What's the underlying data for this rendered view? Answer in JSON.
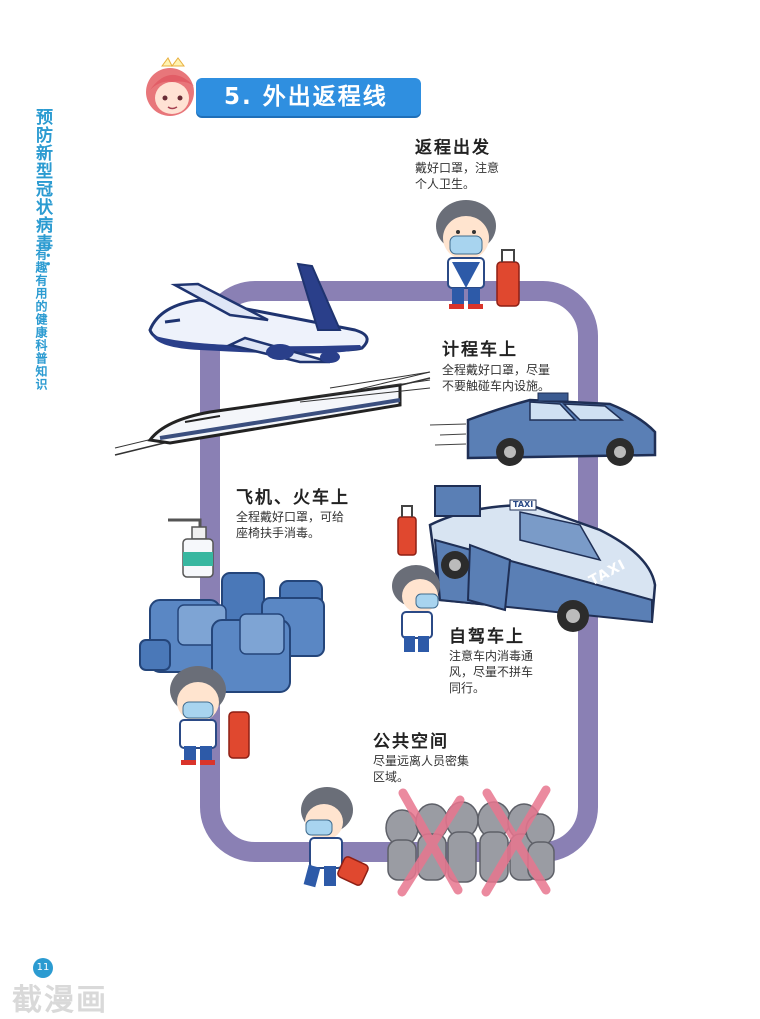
{
  "side": {
    "title": "预防新型冠状病毒：",
    "subtitle": "有趣有用的健康科普知识"
  },
  "header": {
    "title": "5. 外出返程线"
  },
  "stops": [
    {
      "title": "返程出发",
      "desc_lines": [
        "戴好口罩，注意",
        "个人卫生。"
      ]
    },
    {
      "title": "计程车上",
      "desc_lines": [
        "全程戴好口罩，尽量",
        "不要触碰车内设施。"
      ]
    },
    {
      "title": "飞机、火车上",
      "desc_lines": [
        "全程戴好口罩，可给",
        "座椅扶手消毒。"
      ]
    },
    {
      "title": "自驾车上",
      "desc_lines": [
        "注意车内消毒通",
        "风，尽量不拼车",
        "同行。"
      ]
    },
    {
      "title": "公共空间",
      "desc_lines": [
        "尽量远离人员密集",
        "区域。"
      ]
    }
  ],
  "taxi_sign": "TAXI",
  "taxi_roof_sign": "TAXI",
  "page_number": "11",
  "watermark": "截漫画",
  "colors": {
    "route": "#8a80b4",
    "header_blue": "#2f8fe0",
    "side_text": "#2b9bd1",
    "car_blue": "#5a7fb5",
    "cross_red": "#e8768f"
  }
}
